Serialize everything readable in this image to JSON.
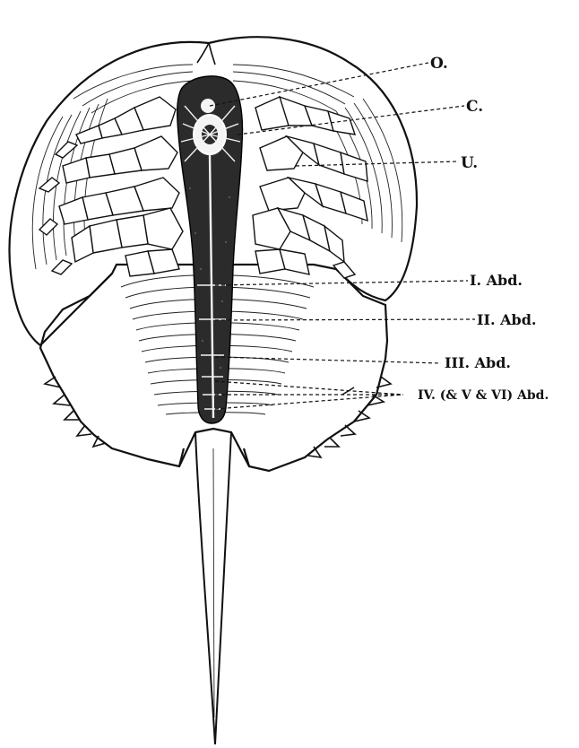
{
  "figure": {
    "labels": {
      "o": "O.",
      "c": "C.",
      "u": "U.",
      "abd1": "I. Abd.",
      "abd2": "II. Abd.",
      "abd3": "III. Abd.",
      "abd4": "IV. (& V & VI) Abd."
    }
  }
}
